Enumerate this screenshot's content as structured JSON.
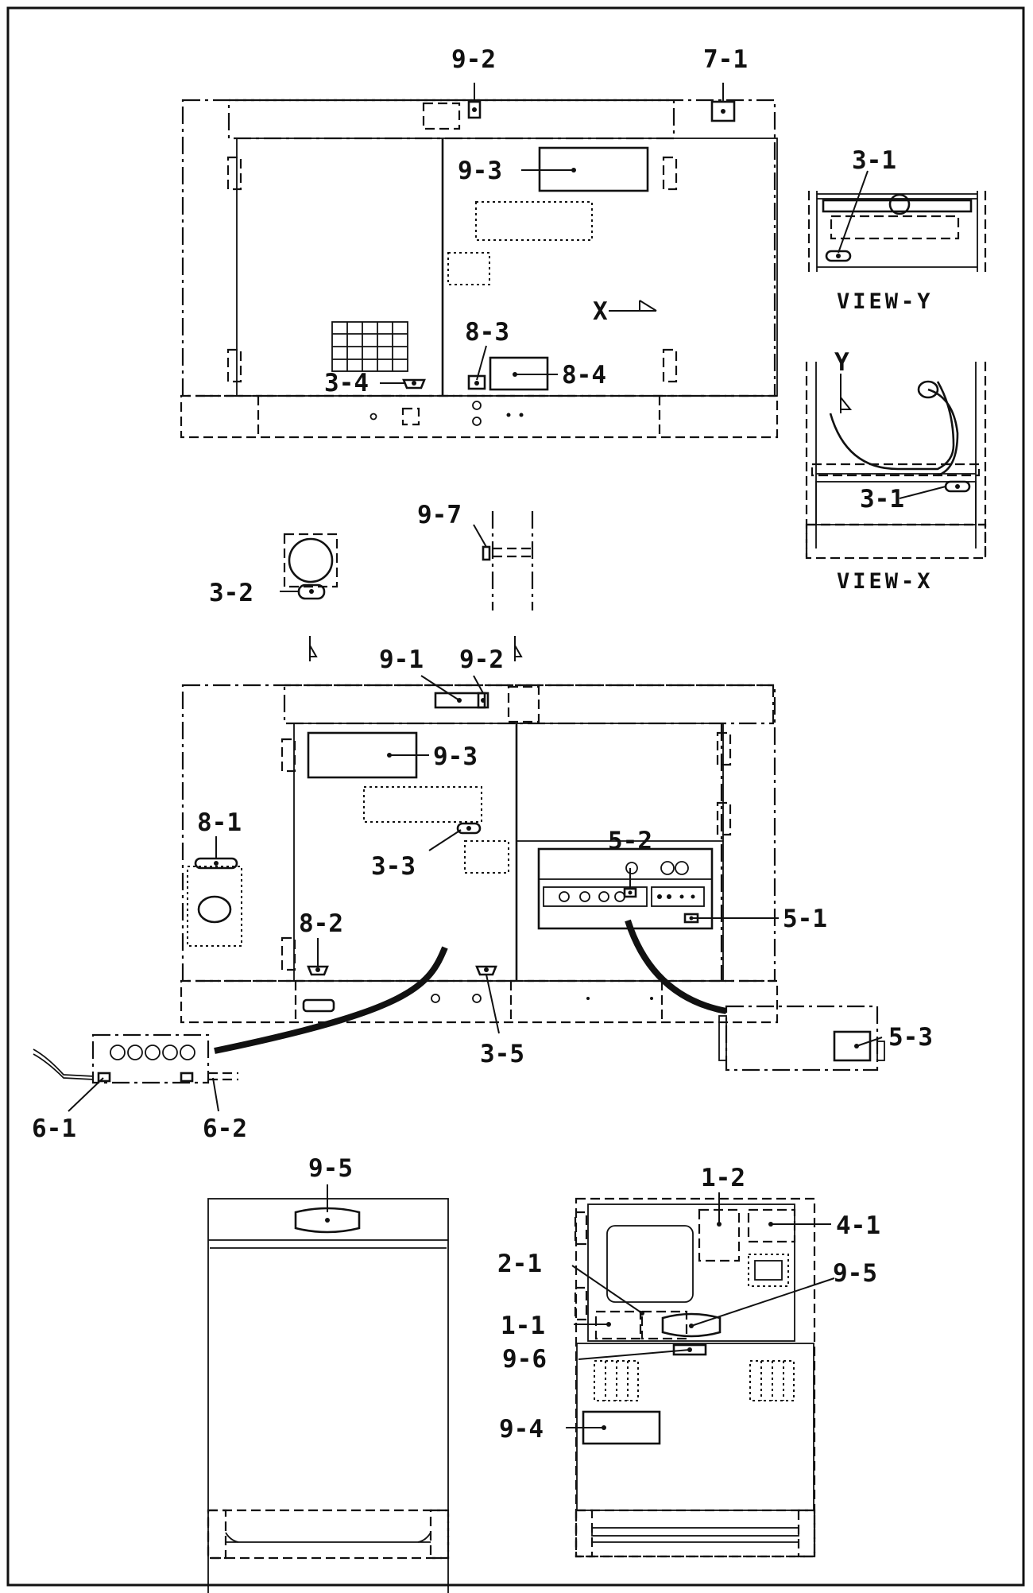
{
  "labels": {
    "l9_2_top": "9-2",
    "l7_1": "7-1",
    "l9_3_top": "9-3",
    "l8_3": "8-3",
    "l8_4": "8-4",
    "l3_4": "3-4",
    "l3_1_viewy": "3-1",
    "l3_1_viewx": "3-1",
    "l9_7": "9-7",
    "l3_2": "3-2",
    "l9_1": "9-1",
    "l9_2_mid": "9-2",
    "l9_3_mid": "9-3",
    "l8_1": "8-1",
    "l3_3": "3-3",
    "l5_2": "5-2",
    "l5_1": "5-1",
    "l8_2": "8-2",
    "l3_5": "3-5",
    "l5_3": "5-3",
    "l6_1": "6-1",
    "l6_2": "6-2",
    "l9_5_left": "9-5",
    "l1_2": "1-2",
    "l4_1": "4-1",
    "l2_1": "2-1",
    "l9_5_right": "9-5",
    "l1_1": "1-1",
    "l9_6": "9-6",
    "l9_4": "9-4"
  },
  "views": {
    "view_y": "VIEW-Y",
    "view_x": "VIEW-X",
    "x_marker": "X",
    "y_marker": "Y"
  }
}
